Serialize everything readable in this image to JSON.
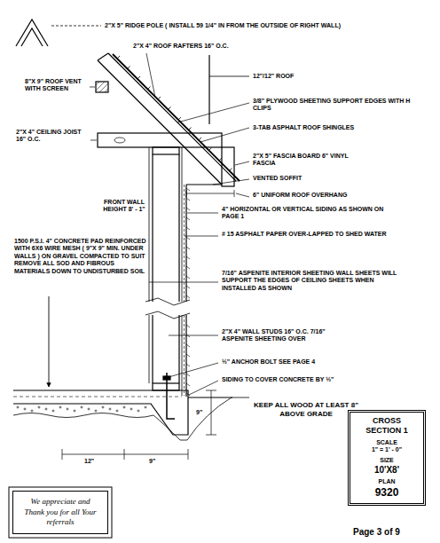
{
  "diagram": {
    "nodes": [
      {
        "text": [
          "We appreciate and Thank you for all Your referrals"
        ]
      },
      {
        "text": [
          "CROSS",
          "SECTION 1",
          "SCALE",
          "1\" = 1' - 0\"",
          "SIZE",
          "10'X8'",
          "PLAN",
          "9320"
        ]
      }
    ],
    "labels": [
      "2\"X 5\" RIDGE POLE ( INSTALL 59 1/4\" IN FROM THE OUTSIDE OF RIGHT WALL)",
      "2\"X 4\" ROOF RAFTERS 16\" O.C.",
      "8\"X 9\" ROOF VENT WITH SCREEN",
      "12\"/12\" ROOF",
      "3/8\" PLYWOOD SHEETING SUPPORT EDGES WITH H CLIPS",
      "3-TAB ASPHALT ROOF SHINGLES",
      "2\"X 4\" CEILING JOIST 16\" O.C.",
      "2\"X 5\" FASCIA BOARD 6\" VINYL FASCIA",
      "VENTED SOFFIT",
      "6\" UNIFORM ROOF OVERHANG",
      "FRONT WALL HEIGHT 8' - 1\"",
      "4\" HORIZONTAL OR VERTICAL SIDING AS SHOWN ON PAGE 1",
      "# 15 ASPHALT PAPER OVER-LAPPED TO SHED WATER",
      "1500 P.S.I. 4\" CONCRETE PAD REINFORCED WITH 6X6 WIRE MESH ( 9\"X 9\" MIN. UNDER WALLS ) ON GRAVEL COMPACTED TO SUIT REMOVE ALL SOD AND FIBROUS MATERIALS DOWN TO UNDISTURBED SOIL",
      "7/16\" ASPENITE INTERIOR SHEETING WALL SHEETS WILL SUPPORT THE EDGES OF CEILING SHEETS WHEN INSTALLED AS SHOWN",
      "2\"X 4\" WALL STUDS 16\" O.C. 7/16\" ASPENITE SHEETING OVER",
      "½\" ANCHOR BOLT SEE PAGE 4",
      "SIDING TO COVER CONCRETE BY ½\"",
      "9\"",
      "KEEP ALL WOOD AT LEAST 8\" ABOVE GRADE",
      "12\"",
      "9\"",
      "Page 3 of 9"
    ]
  }
}
